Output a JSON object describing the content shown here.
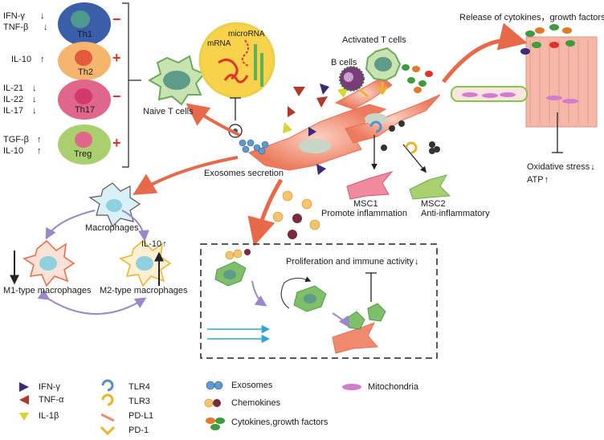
{
  "th_panel": {
    "th1": {
      "cell": "Th1",
      "markers": [
        "IFN-γ",
        "TNF-β"
      ],
      "trends": [
        "down",
        "down"
      ],
      "effect": "−"
    },
    "th2": {
      "cell": "Th2",
      "markers": [
        "IL-10"
      ],
      "trends": [
        "up"
      ],
      "effect": "+"
    },
    "th17": {
      "cell": "Th17",
      "markers": [
        "IL-21",
        "IL-22",
        "IL-17"
      ],
      "trends": [
        "down",
        "down",
        "down"
      ],
      "effect": "−"
    },
    "treg": {
      "cell": "Treg",
      "markers": [
        "TGF-β",
        "IL-10"
      ],
      "trends": [
        "up",
        "up"
      ],
      "effect": "+"
    }
  },
  "labels": {
    "naive_t_cells": "Naive T cells",
    "microrna": "microRNA",
    "mrna": "mRNA",
    "activated_t_cells": "Activated T cells",
    "b_cells": "B cells",
    "release": "Release of cytokines，growth factors",
    "oxidative_stress": "Oxidative stress",
    "atp": "ATP",
    "exosomes_secretion": "Exosomes secretion",
    "msc1": "MSC1",
    "msc1_sub": "Promote inflammation",
    "msc2": "MSC2",
    "msc2_sub": "Anti-inflammatory",
    "macrophages": "Macrophages",
    "il10": "IL-10",
    "m1": "M1-type macrophages",
    "m2": "M2-type macrophages",
    "proliferation": "Proliferation and immune activity"
  },
  "legend": {
    "col1": [
      "IFN-γ",
      "TNF-α",
      "IL-1β"
    ],
    "col2": [
      "TLR4",
      "TLR3",
      "PD-L1",
      "PD-1"
    ],
    "col3": [
      "Exosomes",
      "Chemokines",
      "Cytokines,growth factors"
    ],
    "col4": [
      "Mitochondria"
    ]
  },
  "colors": {
    "msc_cell": "#f08a6e",
    "th1": "#3a5ea8",
    "th2": "#f6b56c",
    "th17": "#e0668c",
    "treg": "#a9cf6e",
    "arrow": "#e8684a",
    "macrophage_arrow": "#9a86c8",
    "ifn": "#3b2b7a",
    "tnf": "#b0392a",
    "il1b": "#d6d62e",
    "sign": "#e0312a",
    "flow": "#2ba8d8"
  }
}
